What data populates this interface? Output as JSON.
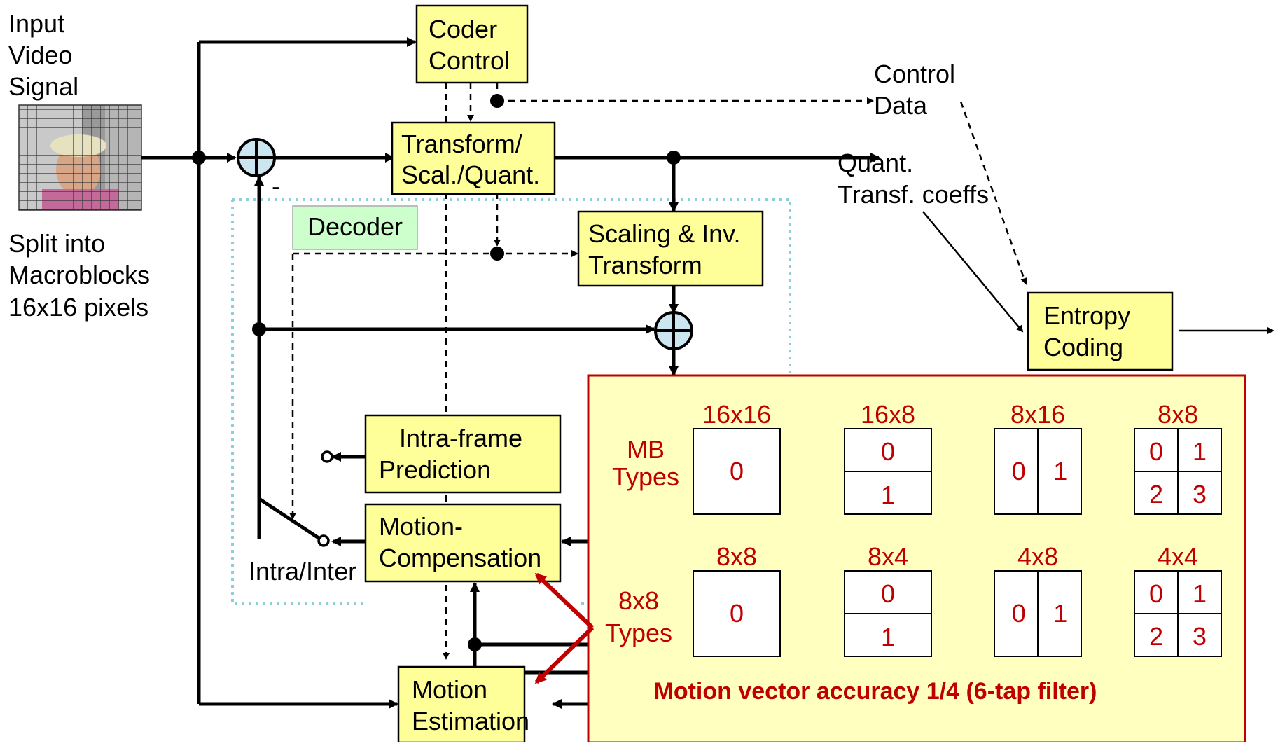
{
  "left_text": {
    "input": [
      "Input",
      "Video",
      "Signal"
    ],
    "split": [
      "Split into",
      "Macroblocks",
      "16x16 pixels"
    ]
  },
  "blocks": {
    "coder_control": [
      "Coder",
      "Control"
    ],
    "transform": [
      "Transform/",
      "Scal./Quant."
    ],
    "scaling": [
      "Scaling & Inv.",
      "Transform"
    ],
    "entropy": [
      "Entropy",
      "Coding"
    ],
    "intra": [
      "Intra-frame",
      "Prediction"
    ],
    "motion_comp": [
      "Motion-",
      "Compensation"
    ],
    "motion_est": [
      "Motion",
      "Estimation"
    ]
  },
  "labels": {
    "decoder": "Decoder",
    "control_data": [
      "Control",
      "Data"
    ],
    "quant_coeffs": [
      "Quant.",
      "Transf. coeffs"
    ],
    "intra_inter": "Intra/Inter",
    "minus": "-"
  },
  "panel": {
    "mb_types": [
      "MB",
      "Types"
    ],
    "b8_types": [
      "8x8",
      "Types"
    ],
    "accuracy": "Motion vector accuracy 1/4 (6-tap filter)",
    "row1": [
      {
        "title": "16x16",
        "cells": [
          "0"
        ]
      },
      {
        "title": "16x8",
        "cells": [
          "0",
          "1"
        ]
      },
      {
        "title": "8x16",
        "cells": [
          "0",
          "1"
        ]
      },
      {
        "title": "8x8",
        "cells": [
          "0",
          "1",
          "2",
          "3"
        ]
      }
    ],
    "row2": [
      {
        "title": "8x8",
        "cells": [
          "0"
        ]
      },
      {
        "title": "8x4",
        "cells": [
          "0",
          "1"
        ]
      },
      {
        "title": "4x8",
        "cells": [
          "0",
          "1"
        ]
      },
      {
        "title": "4x4",
        "cells": [
          "0",
          "1",
          "2",
          "3"
        ]
      }
    ]
  },
  "colors": {
    "block_fill": "#ffff99",
    "decoder_fill": "#ccffcc",
    "adder_fill": "#cce6f0",
    "panel_border": "#c00000",
    "panel_fill": "#ffffc0",
    "accent_red": "#c00000"
  }
}
